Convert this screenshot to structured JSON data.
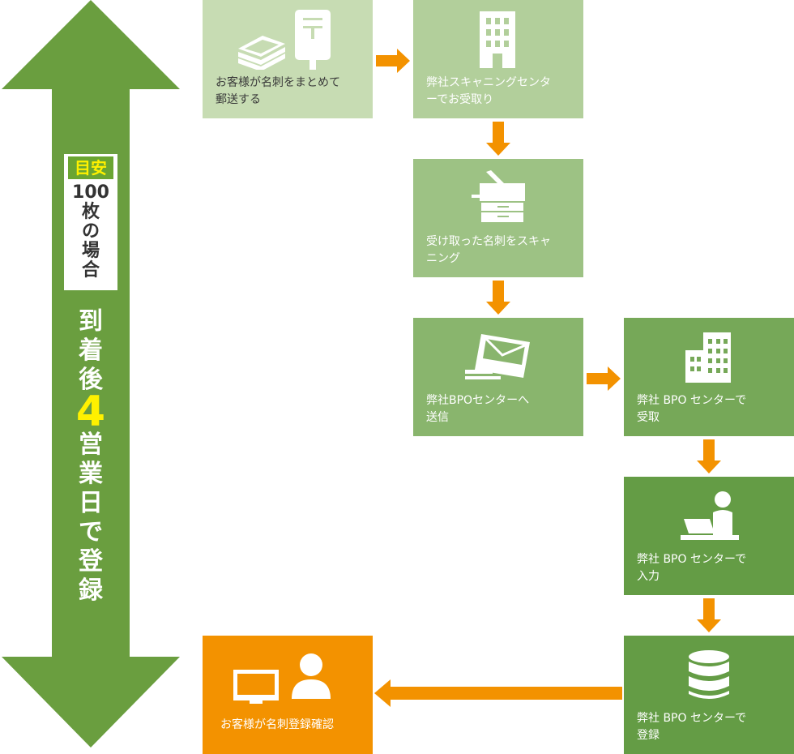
{
  "colors": {
    "timeline_arrow": "#6a9e3f",
    "step_shades": [
      "#c7dcb3",
      "#b2cf9b",
      "#9dc284",
      "#89b56d",
      "#76a858",
      "#649c45"
    ],
    "final_step": "#f39200",
    "flow_arrow": "#f39200",
    "hint_tag_text": "#fff100",
    "highlight_number": "#fff100"
  },
  "timeline": {
    "hint_tag": "目安",
    "hint_text": "100\n枚\nの\n場\n合",
    "title_top": [
      "到",
      "着",
      "後"
    ],
    "highlight": "4",
    "title_bottom": [
      "営",
      "業",
      "日",
      "で",
      "登",
      "録"
    ]
  },
  "steps": [
    {
      "icon": "mail-postbox-icon",
      "label": "お客様が名刺をまとめて\n郵送する"
    },
    {
      "icon": "office-building-icon",
      "label": "弊社スキャニングセンタ\nーでお受取り"
    },
    {
      "icon": "copier-scanner-icon",
      "label": "受け取った名刺をスキャ\nニング"
    },
    {
      "icon": "send-envelope-icon",
      "label": "弊社BPOセンターへ\n送信"
    },
    {
      "icon": "office-building-icon",
      "label": "弊社 BPO センターで\n受取"
    },
    {
      "icon": "person-at-laptop-icon",
      "label": "弊社 BPO センターで\n入力"
    },
    {
      "icon": "database-icon",
      "label": "弊社 BPO センターで\n登録"
    },
    {
      "icon": "monitor-user-icon",
      "label": "お客様が名刺登録確認"
    }
  ]
}
